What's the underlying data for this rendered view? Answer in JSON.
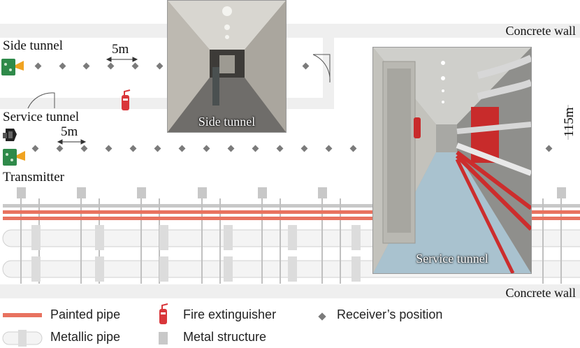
{
  "walls": {
    "top_label": "Concrete wall",
    "bottom_label": "Concrete wall"
  },
  "side_tunnel": {
    "label": "Side tunnel",
    "spacing_label": "5m"
  },
  "service_tunnel": {
    "label": "Service tunnel",
    "spacing_label": "5m",
    "transmitter_label": "Transmitter",
    "length_label": "115m"
  },
  "photos": {
    "side_caption": "Side tunnel",
    "service_caption": "Service tunnel"
  },
  "legend": {
    "painted_pipe": "Painted pipe",
    "metallic_pipe": "Metallic pipe",
    "fire_extinguisher": "Fire extinguisher",
    "metal_structure": "Metal structure",
    "receiver_position": "Receiver’s position"
  },
  "colors": {
    "painted_pipe": "#e8725f",
    "marker": "#7b7b7b",
    "wall": "#efefef",
    "device_board": "#2f8a4a",
    "device_horn": "#f0a321",
    "extinguisher": "#d9363a"
  }
}
